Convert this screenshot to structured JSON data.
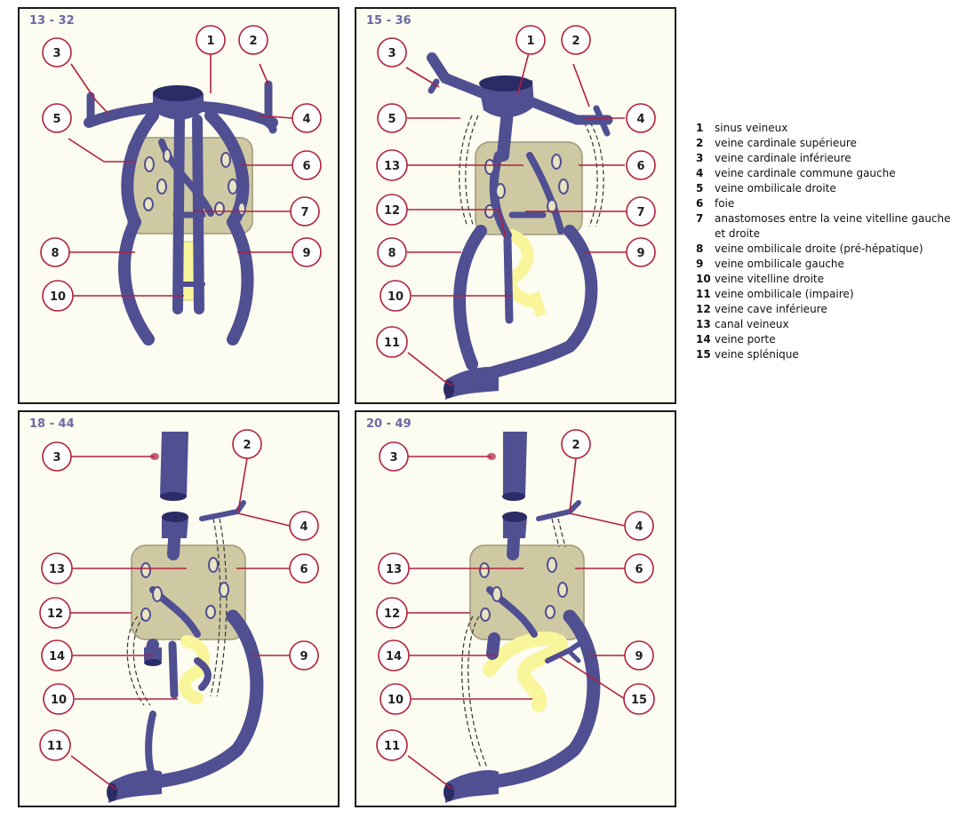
{
  "panels": [
    {
      "title": "13 - 32",
      "labels": {
        "a": "1",
        "b": "2",
        "c": "3",
        "d": "4",
        "e": "5",
        "f": "6",
        "g": "7",
        "h": "8",
        "i": "9",
        "j": "10"
      }
    },
    {
      "title": "15 - 36",
      "labels": {
        "a": "1",
        "b": "2",
        "c": "3",
        "d": "4",
        "e": "5",
        "f": "13",
        "g": "6",
        "h": "12",
        "i": "7",
        "j": "8",
        "k": "9",
        "l": "10",
        "m": "11"
      }
    },
    {
      "title": "18 - 44",
      "labels": {
        "a": "2",
        "b": "3",
        "c": "4",
        "d": "13",
        "e": "6",
        "f": "12",
        "g": "14",
        "h": "9",
        "i": "10",
        "j": "11"
      }
    },
    {
      "title": "20 - 49",
      "labels": {
        "a": "2",
        "b": "3",
        "c": "4",
        "d": "13",
        "e": "6",
        "f": "12",
        "g": "14",
        "h": "9",
        "i": "10",
        "j": "15",
        "k": "11"
      }
    }
  ],
  "legend": [
    {
      "num": "1",
      "text": "sinus veineux"
    },
    {
      "num": "2",
      "text": "veine cardinale supérieure"
    },
    {
      "num": "3",
      "text": "veine cardinale inférieure"
    },
    {
      "num": "4",
      "text": "veine cardinale commune gauche"
    },
    {
      "num": "5",
      "text": "veine ombilicale droite"
    },
    {
      "num": "6",
      "text": "foie"
    },
    {
      "num": "7",
      "text": "anastomoses entre la veine vitelline gauche et droite"
    },
    {
      "num": "8",
      "text": "veine ombilicale droite (pré-hépatique)"
    },
    {
      "num": "9",
      "text": "veine ombilicale gauche"
    },
    {
      "num": "10",
      "text": "veine vitelline droite"
    },
    {
      "num": "11",
      "text": "veine ombilicale (impaire)"
    },
    {
      "num": "12",
      "text": "veine cave inférieure"
    },
    {
      "num": "13",
      "text": "canal veineux"
    },
    {
      "num": "14",
      "text": "veine porte"
    },
    {
      "num": "15",
      "text": "veine splénique"
    }
  ],
  "colors": {
    "vein": "#4f4f92",
    "vein_dark": "#2b2b66",
    "liver": "#cfc9a3",
    "liver_edge": "#9d9777",
    "yellow": "#f9f59a",
    "yellow_edge": "#c9c370",
    "leader": "#b0203c",
    "circle": "#b0203c",
    "title": "#6a6aa4",
    "panel_bg": "#fcfcf1"
  }
}
